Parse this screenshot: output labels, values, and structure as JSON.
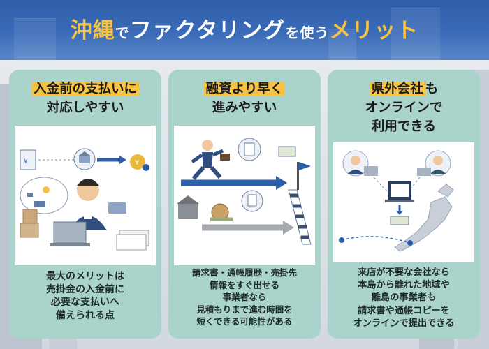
{
  "header": {
    "title_part1": "沖縄",
    "title_part2": "で",
    "title_part3": "ファクタリング",
    "title_part4": "を使う",
    "title_part5": "メリット"
  },
  "cards": [
    {
      "heading_line1": "入金前の支払いに",
      "heading_line2": "対応しやすい",
      "desc_lines": [
        "最大のメリットは",
        "売掛金の入金前に",
        "必要な支払いへ",
        "備えられる点"
      ]
    },
    {
      "heading_line1": "融資より早く",
      "heading_line2": "進みやすい",
      "desc_lines": [
        "請求書・通帳履歴・売掛先",
        "情報をすぐ出せる",
        "事業者なら",
        "見積もりまで進む時間を",
        "短くできる可能性がある"
      ]
    },
    {
      "heading_line1_a": "県外会社",
      "heading_line1_b": "も",
      "heading_line2": "オンラインで",
      "heading_line3": "利用できる",
      "desc_lines": [
        "来店が不要な会社なら",
        "本島から離れた地域や",
        "離島の事業者も",
        "請求書や通帳コピーを",
        "オンラインで提出できる"
      ]
    }
  ],
  "colors": {
    "header_blue": "#3b6cb9",
    "accent_yellow": "#f6c343",
    "card_teal": "#a9d3cb",
    "arrow_blue": "#2d5fa8"
  }
}
